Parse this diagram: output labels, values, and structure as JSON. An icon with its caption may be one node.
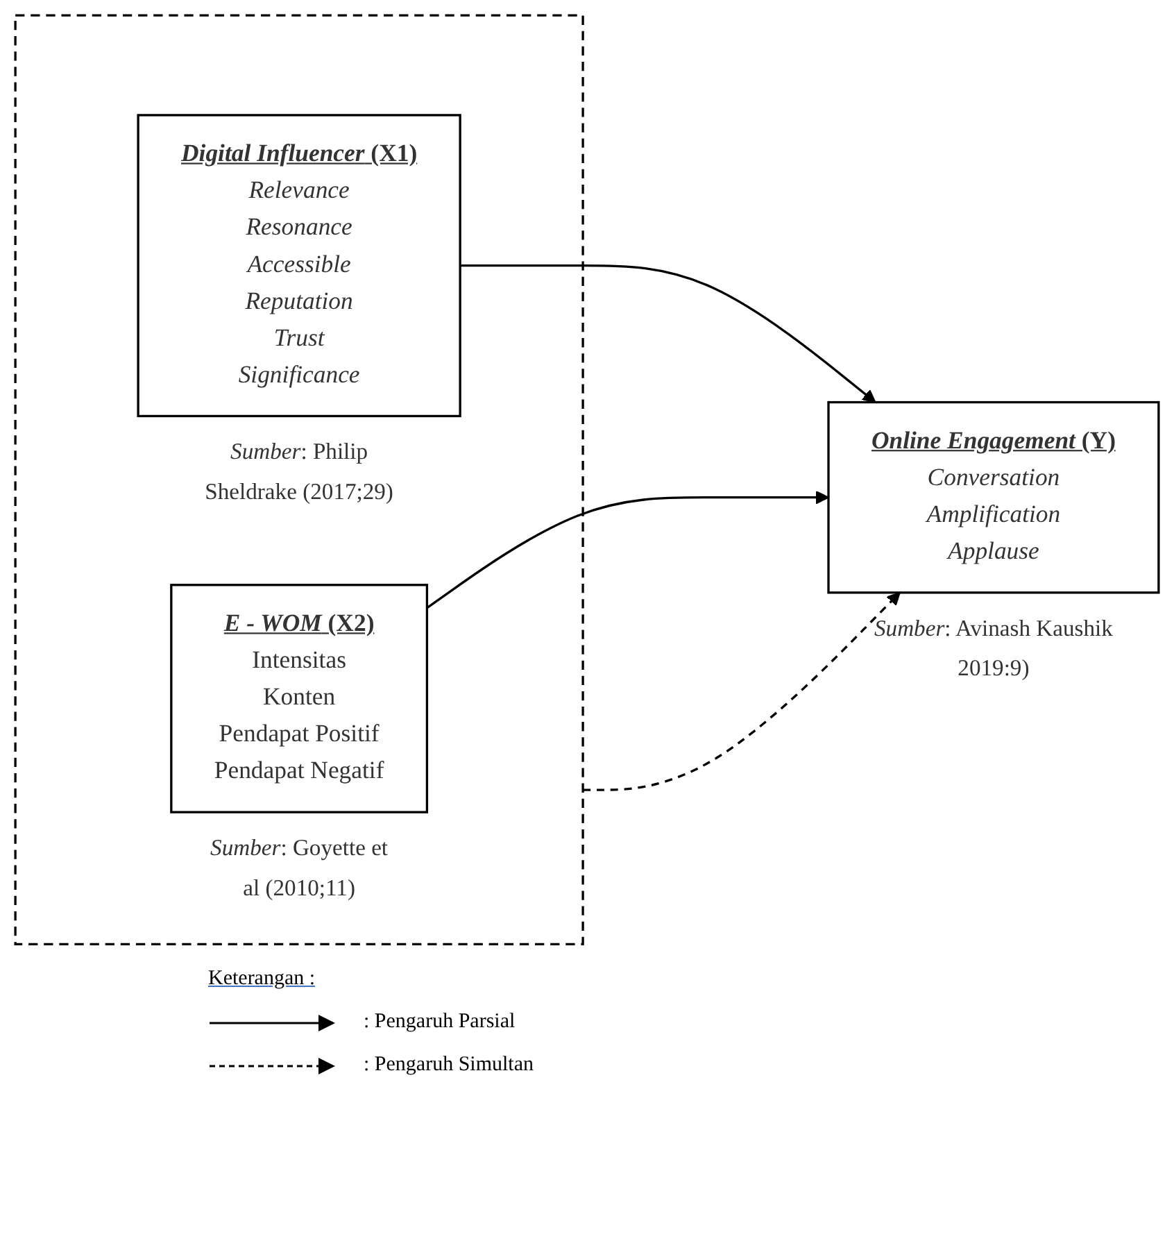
{
  "diagram": {
    "nodes": [
      {
        "text": [],
        "shape": "box"
      },
      {
        "text": [
          "*Digital Influencer* (X1)",
          "Relevance",
          "Resonance",
          "Accessible",
          "Reputation",
          "Trust",
          "Significance"
        ],
        "in": 0,
        "beside": [
          "*Sumber*: Philip Sheldrake (2017;29)"
        ]
      },
      {
        "text": [
          "*E - WOM* (X2)",
          "Intensitas",
          "Konten",
          "Pendapat Positif",
          "Pendapat Negatif"
        ],
        "in": 0,
        "beside": [
          "*Sumber*: Goyette et al (2010;11)"
        ]
      },
      {
        "text": [
          "*Online Engagement* (Y)",
          "Conversation",
          "Amplification",
          "Applause"
        ],
        "beside": [
          "*Sumber*: Avinash Kaushik 2019:9)"
        ]
      }
    ],
    "edges": [
      {
        "from": 1,
        "to": 3,
        "arrow": "to"
      },
      {
        "from": 0,
        "to": 3,
        "arrow": "to",
        "style": "dashed"
      },
      {
        "from": 2,
        "to": 3,
        "arrow": "to"
      }
    ],
    "labels": [
      "Keterangan :"
    ],
    "legend": [
      {
        "text": ": Pengaruh Parsial"
      },
      {
        "text": ": Pengaruh Simultan"
      }
    ]
  }
}
